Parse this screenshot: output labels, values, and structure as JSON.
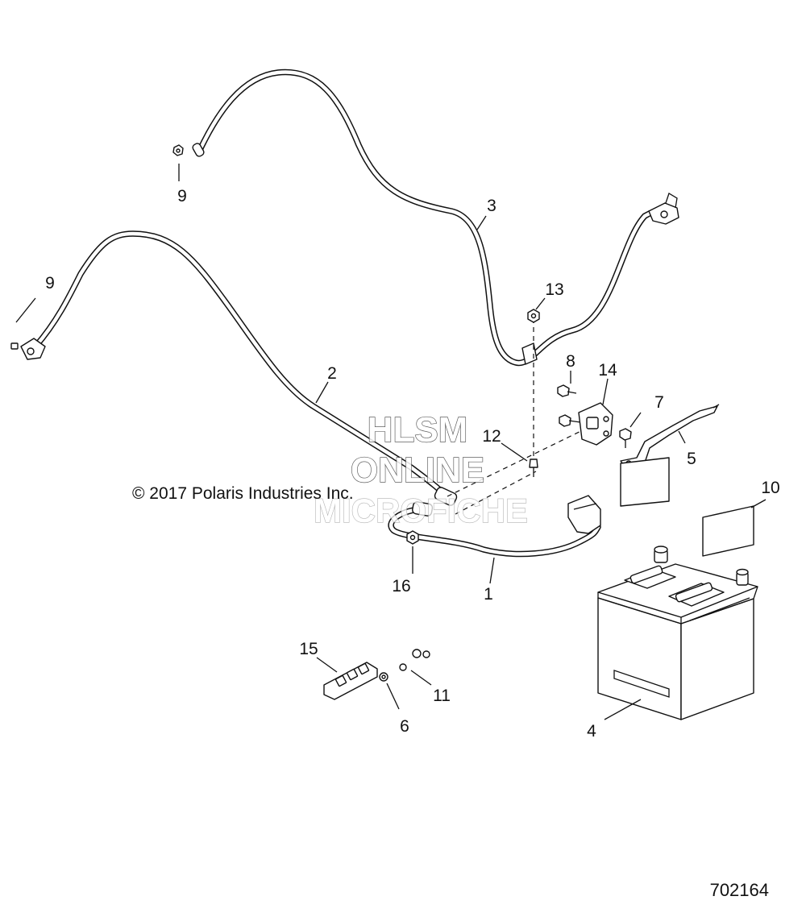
{
  "diagram": {
    "callouts": [
      {
        "id": "c9a",
        "label": "9"
      },
      {
        "id": "c9b",
        "label": "9"
      },
      {
        "id": "c3",
        "label": "3"
      },
      {
        "id": "c13",
        "label": "13"
      },
      {
        "id": "c2",
        "label": "2"
      },
      {
        "id": "c8",
        "label": "8"
      },
      {
        "id": "c14",
        "label": "14"
      },
      {
        "id": "c7",
        "label": "7"
      },
      {
        "id": "c12",
        "label": "12"
      },
      {
        "id": "c5",
        "label": "5"
      },
      {
        "id": "c10",
        "label": "10"
      },
      {
        "id": "c16",
        "label": "16"
      },
      {
        "id": "c1",
        "label": "1"
      },
      {
        "id": "c15",
        "label": "15"
      },
      {
        "id": "c11",
        "label": "11"
      },
      {
        "id": "c6",
        "label": "6"
      },
      {
        "id": "c4",
        "label": "4"
      }
    ],
    "copyright": "© 2017 Polaris Industries Inc.",
    "document_number": "702164",
    "watermark": {
      "line1": "HLSM",
      "line2": "ONLINE",
      "line3": "MICROFICHE"
    }
  }
}
